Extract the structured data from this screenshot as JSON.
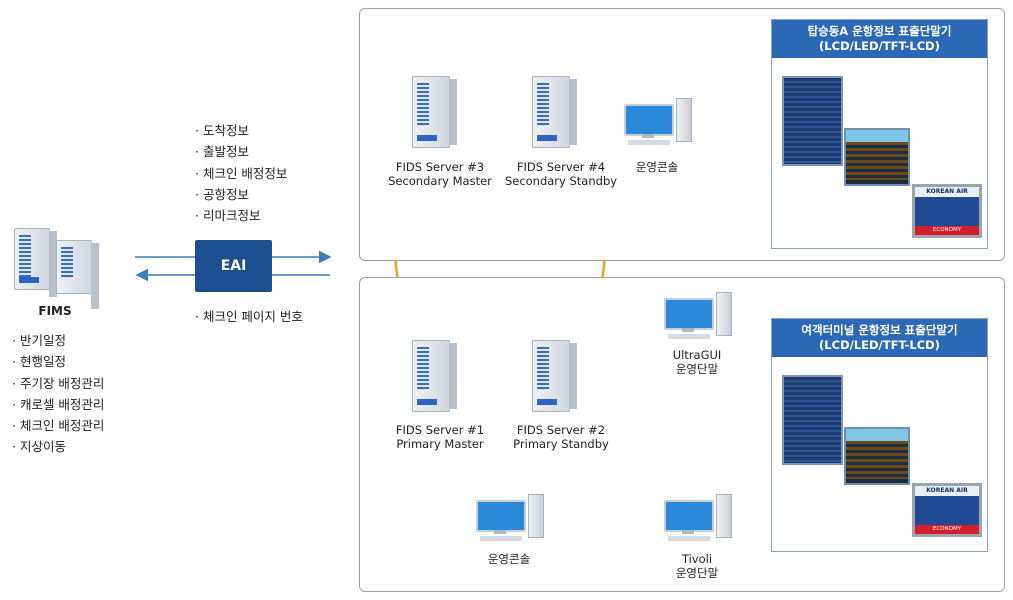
{
  "fims": {
    "title": "FIMS",
    "items": [
      "반기일정",
      "현행일정",
      "주기장 배정관리",
      "캐로셀 배정관리",
      "체크인 배정관리",
      "지상이동"
    ]
  },
  "eai": {
    "label": "EAI",
    "outbound": [
      "도착정보",
      "출발정보",
      "체크인 배정정보",
      "공항정보",
      "리마크정보"
    ],
    "inbound": [
      "체크인 페이지 번호"
    ]
  },
  "servers": {
    "s3": {
      "name": "FIDS Server #3",
      "role": "Secondary Master"
    },
    "s4": {
      "name": "FIDS Server #4",
      "role": "Secondary Standby"
    },
    "s1": {
      "name": "FIDS Server #1",
      "role": "Primary Master"
    },
    "s2": {
      "name": "FIDS Server #2",
      "role": "Primary Standby"
    }
  },
  "consoles": {
    "top_console": "운영콘솔",
    "ultragui": {
      "line1": "UltraGUI",
      "line2": "운영단말"
    },
    "bottom_console": "운영콘솔",
    "tivoli": {
      "line1": "Tivoli",
      "line2": "운영단말"
    }
  },
  "displays": {
    "top": {
      "line1": "탑승동A 운항정보 표출단말기",
      "line2": "(LCD/LED/TFT-LCD)"
    },
    "bottom": {
      "line1": "여객터미널 운항정보 표출단말기",
      "line2": "(LCD/LED/TFT-LCD)"
    },
    "screen_brand": "KOREAN AIR",
    "screen_class": "ECONOMY"
  },
  "colors": {
    "eai": "#1d4e8f",
    "arrow": "#3a7fc1",
    "orange_ring": "#f2a21a",
    "header": "#2b68b5"
  }
}
